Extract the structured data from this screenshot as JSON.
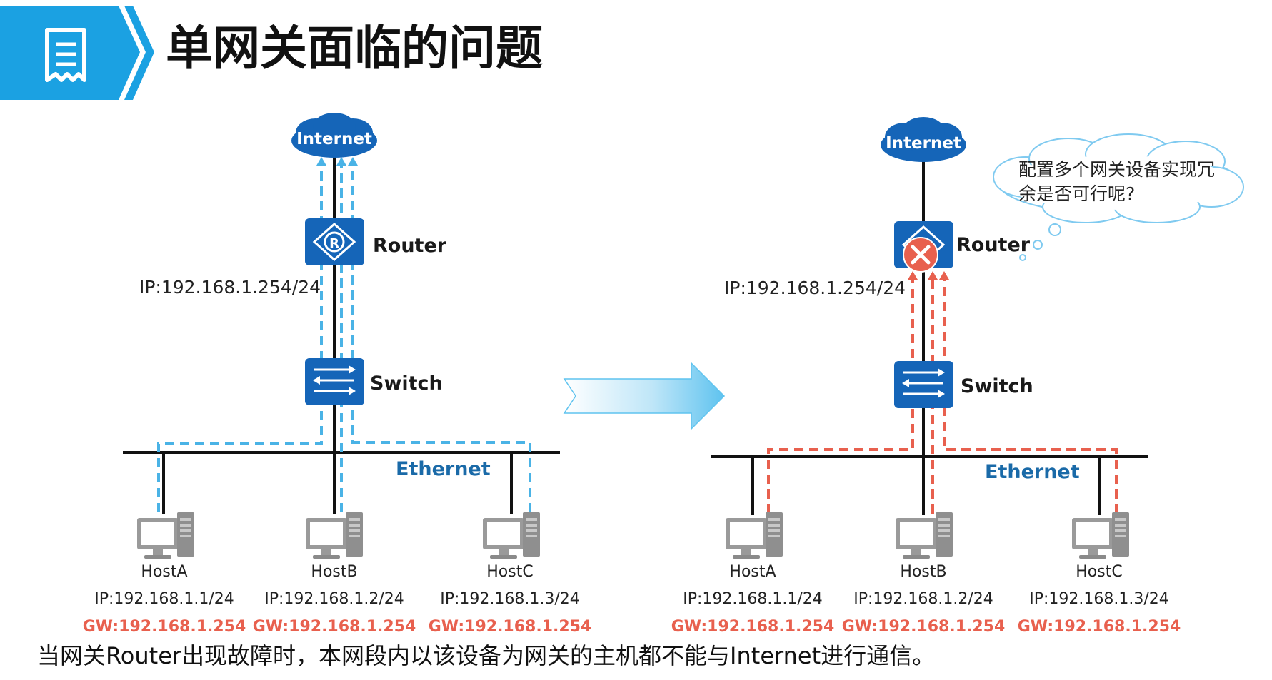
{
  "header": {
    "title": "单网关面临的问题",
    "icon": "document-icon",
    "accent_color": "#1ba1e2"
  },
  "left": {
    "internet_label": "Internet",
    "router_label": "Router",
    "router_ip": "IP:192.168.1.254/24",
    "switch_label": "Switch",
    "ethernet_label": "Ethernet",
    "path_color": "#4ab3e6",
    "hosts": [
      {
        "name": "HostA",
        "ip": "IP:192.168.1.1/24",
        "gw": "GW:192.168.1.254"
      },
      {
        "name": "HostB",
        "ip": "IP:192.168.1.2/24",
        "gw": "GW:192.168.1.254"
      },
      {
        "name": "HostC",
        "ip": "IP:192.168.1.3/24",
        "gw": "GW:192.168.1.254"
      }
    ]
  },
  "right": {
    "internet_label": "Internet",
    "router_label": "Router",
    "router_ip": "IP:192.168.1.254/24",
    "switch_label": "Switch",
    "ethernet_label": "Ethernet",
    "path_color": "#e8604e",
    "router_status_icon": "failure-x-icon",
    "thought_line1": "配置多个网关设备实现冗",
    "thought_line2": "余是否可行呢?",
    "hosts": [
      {
        "name": "HostA",
        "ip": "IP:192.168.1.1/24",
        "gw": "GW:192.168.1.254"
      },
      {
        "name": "HostB",
        "ip": "IP:192.168.1.2/24",
        "gw": "GW:192.168.1.254"
      },
      {
        "name": "HostC",
        "ip": "IP:192.168.1.3/24",
        "gw": "GW:192.168.1.254"
      }
    ]
  },
  "footer": {
    "text": "当网关Router出现故障时，本网段内以该设备为网关的主机都不能与Internet进行通信。"
  },
  "colors": {
    "device_blue": "#1565b8",
    "cloud_blue": "#1565b8",
    "gw_red": "#e8604e",
    "eth_blue": "#1a6aa8"
  }
}
